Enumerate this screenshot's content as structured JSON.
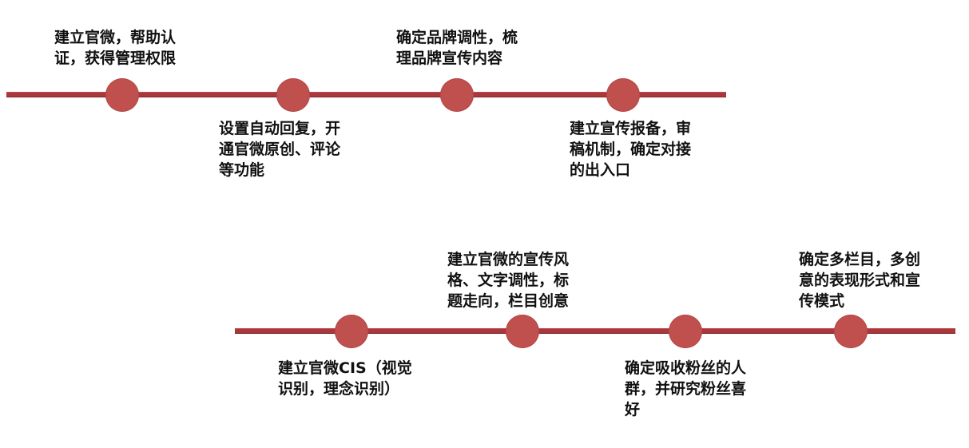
{
  "timeline_top": {
    "steps": [
      {
        "text": "建立官微，帮助认\n证，获得管理权限"
      },
      {
        "text": "设置自动回复，开\n通官微原创、评论\n等功能"
      },
      {
        "text": "确定品牌调性，梳\n理品牌宣传内容"
      },
      {
        "text": "建立宣传报备，审\n稿机制，确定对接\n的出入口"
      }
    ]
  },
  "timeline_bottom": {
    "steps": [
      {
        "text": "建立官微CIS（视觉\n识别，理念识别）"
      },
      {
        "text": "建立官微的宣传风\n格、文字调性，标\n题走向，栏目创意"
      },
      {
        "text": "确定吸收粉丝的人\n群，并研究粉丝喜\n好"
      },
      {
        "text": "确定多栏目，多创\n意的表现形式和宣\n传模式"
      }
    ]
  },
  "colors": {
    "line": "#a8383c",
    "dot": "#c0504d",
    "text": "#111111"
  }
}
